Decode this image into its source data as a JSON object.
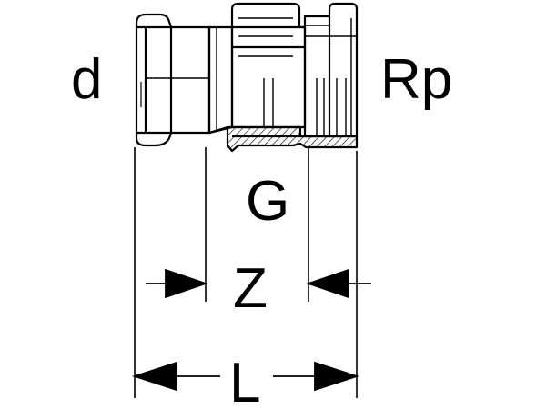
{
  "labels": {
    "d": "d",
    "rp": "Rp",
    "g": "G",
    "z": "Z",
    "l": "L"
  },
  "colors": {
    "line": "#000000",
    "background": "#ffffff"
  }
}
